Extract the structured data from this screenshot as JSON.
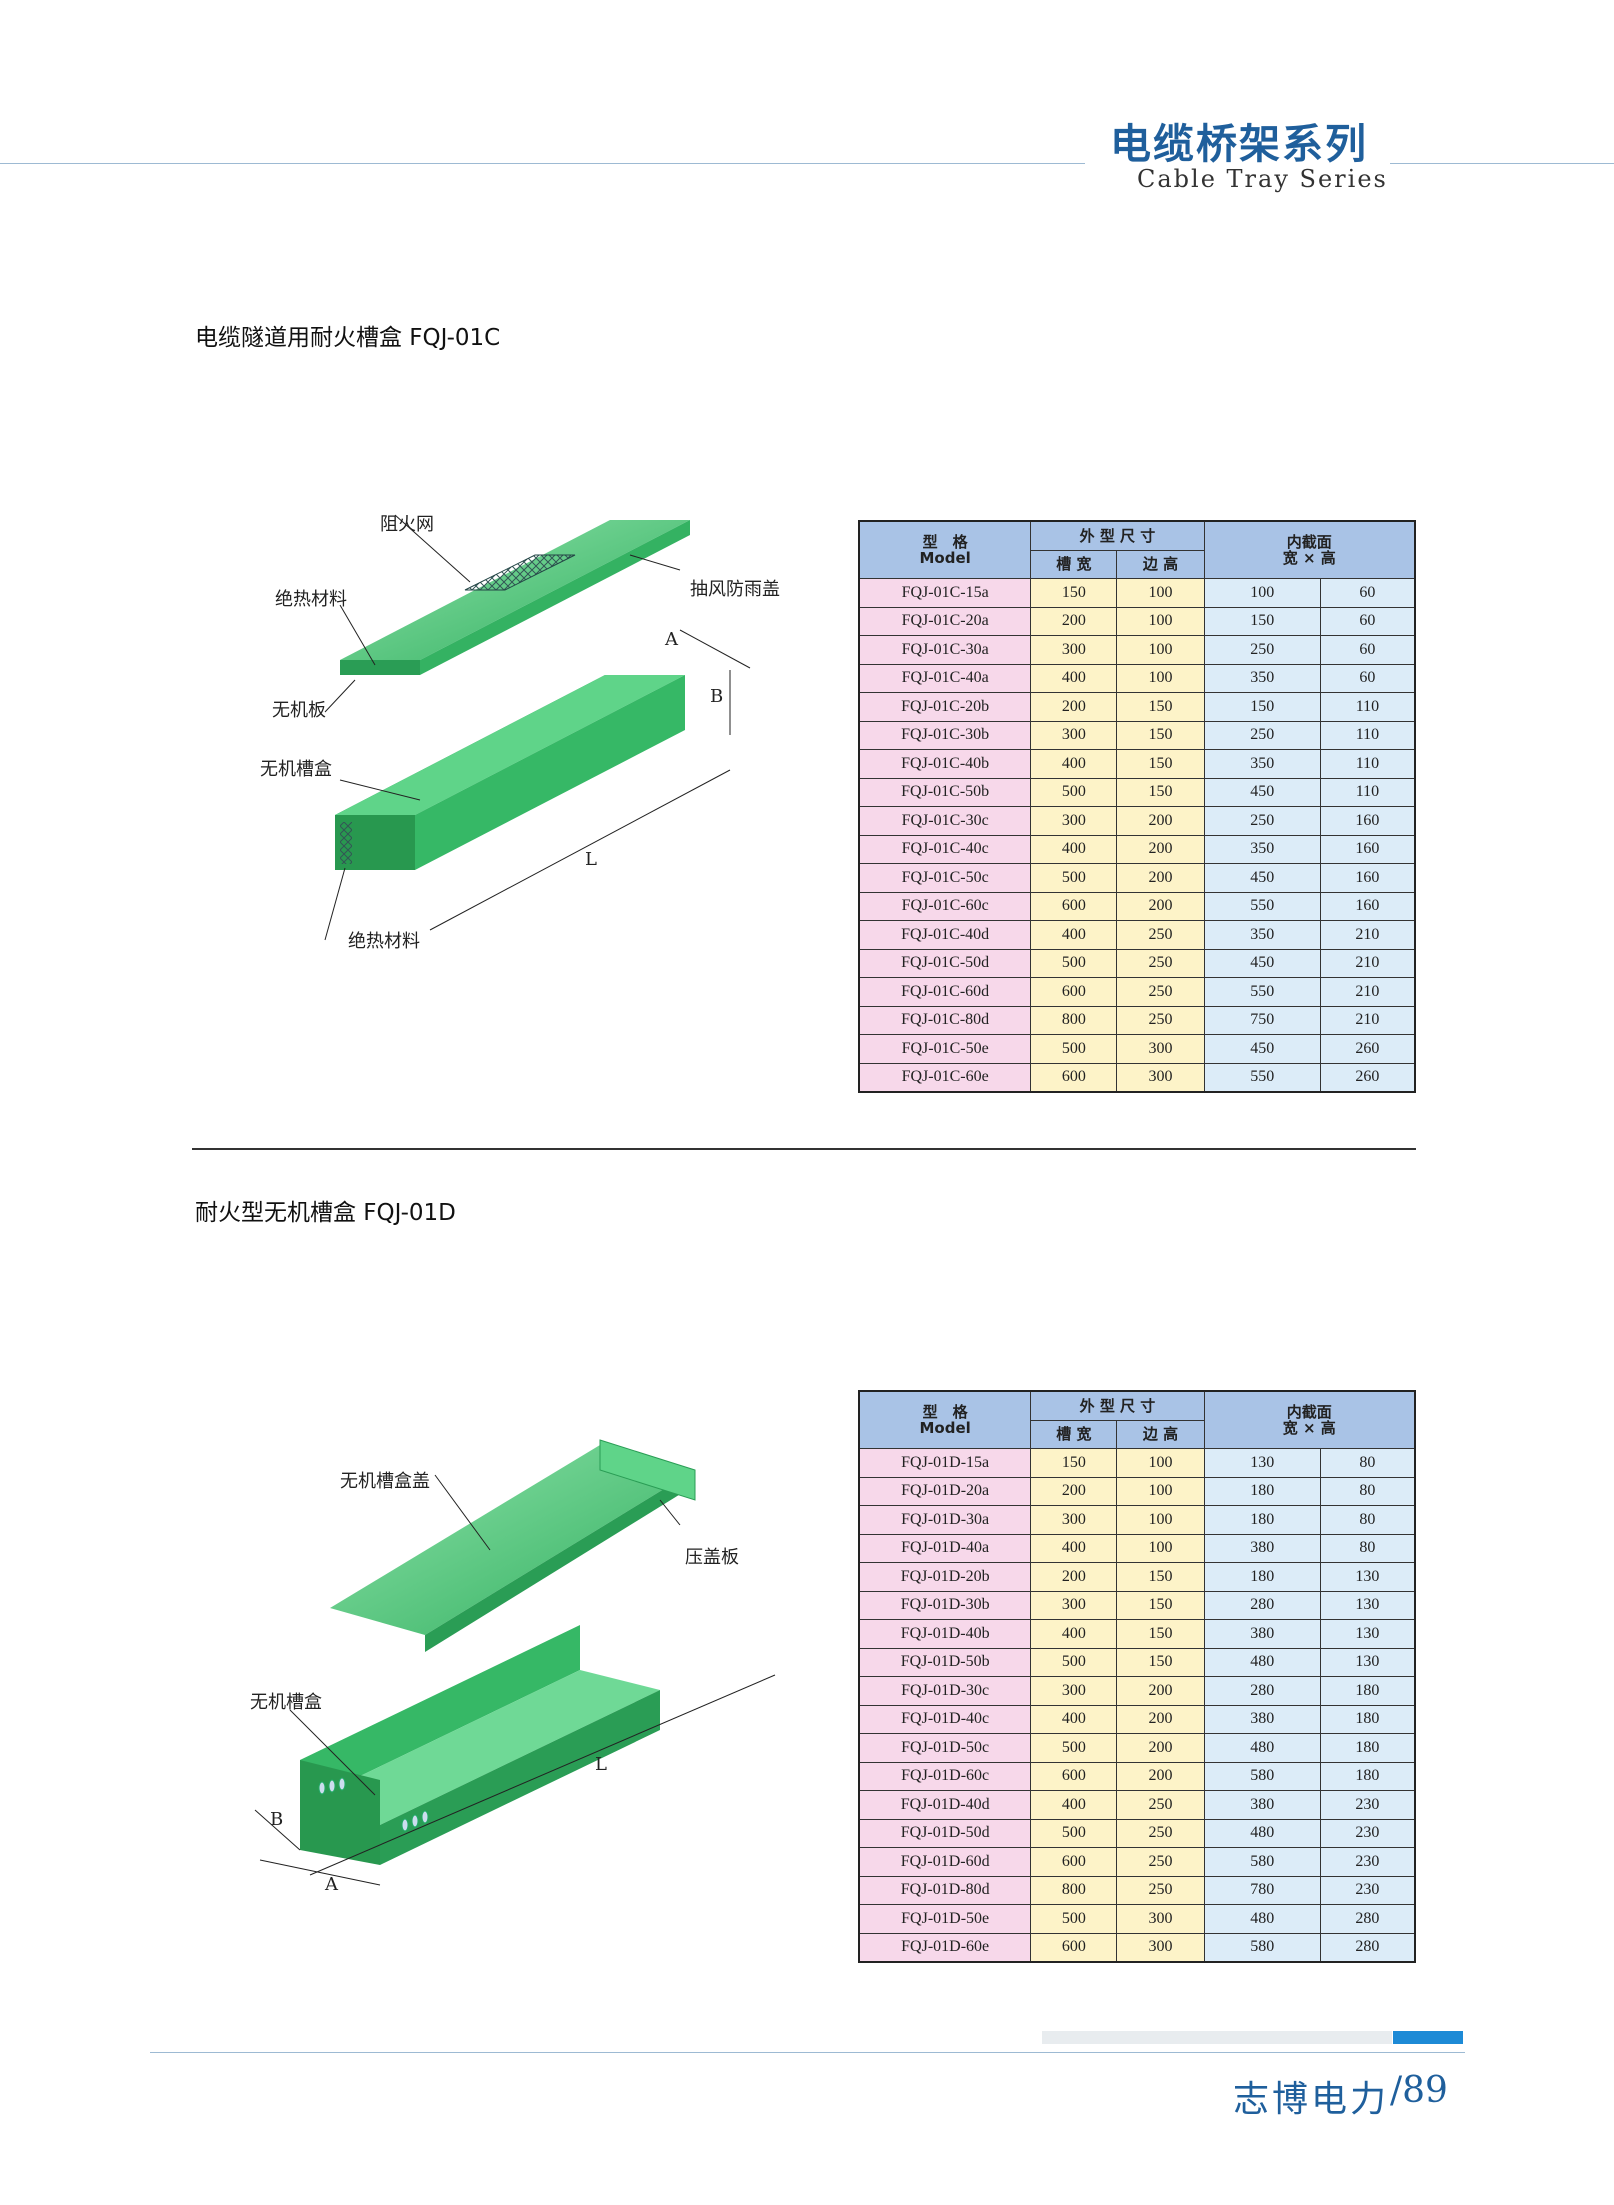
{
  "header": {
    "title": "电缆桥架系列",
    "subtitle": "Cable Tray Series"
  },
  "section1": {
    "title": "电缆隧道用耐火槽盒 FQJ-01C",
    "labels": {
      "fire_net": "阻火网",
      "cover": "抽风防雨盖",
      "insulation_top": "绝热材料",
      "inorganic_board": "无机板",
      "inorganic_box": "无机槽盒",
      "insulation_bottom": "绝热材料",
      "dim_a": "A",
      "dim_b": "B",
      "dim_l": "L"
    },
    "table": {
      "header": {
        "model_cn": "型　格",
        "model_en": "Model",
        "outer": "外 型 尺 寸",
        "width": "槽 宽",
        "height": "边 高",
        "inner": "内截面",
        "inner_sub": "宽 × 高"
      },
      "rows": [
        [
          "FQJ-01C-15a",
          "150",
          "100",
          "100",
          "60"
        ],
        [
          "FQJ-01C-20a",
          "200",
          "100",
          "150",
          "60"
        ],
        [
          "FQJ-01C-30a",
          "300",
          "100",
          "250",
          "60"
        ],
        [
          "FQJ-01C-40a",
          "400",
          "100",
          "350",
          "60"
        ],
        [
          "FQJ-01C-20b",
          "200",
          "150",
          "150",
          "110"
        ],
        [
          "FQJ-01C-30b",
          "300",
          "150",
          "250",
          "110"
        ],
        [
          "FQJ-01C-40b",
          "400",
          "150",
          "350",
          "110"
        ],
        [
          "FQJ-01C-50b",
          "500",
          "150",
          "450",
          "110"
        ],
        [
          "FQJ-01C-30c",
          "300",
          "200",
          "250",
          "160"
        ],
        [
          "FQJ-01C-40c",
          "400",
          "200",
          "350",
          "160"
        ],
        [
          "FQJ-01C-50c",
          "500",
          "200",
          "450",
          "160"
        ],
        [
          "FQJ-01C-60c",
          "600",
          "200",
          "550",
          "160"
        ],
        [
          "FQJ-01C-40d",
          "400",
          "250",
          "350",
          "210"
        ],
        [
          "FQJ-01C-50d",
          "500",
          "250",
          "450",
          "210"
        ],
        [
          "FQJ-01C-60d",
          "600",
          "250",
          "550",
          "210"
        ],
        [
          "FQJ-01C-80d",
          "800",
          "250",
          "750",
          "210"
        ],
        [
          "FQJ-01C-50e",
          "500",
          "300",
          "450",
          "260"
        ],
        [
          "FQJ-01C-60e",
          "600",
          "300",
          "550",
          "260"
        ]
      ]
    }
  },
  "section2": {
    "title": "耐火型无机槽盒 FQJ-01D",
    "labels": {
      "box_cover": "无机槽盒盖",
      "press_plate": "压盖板",
      "inorganic_box": "无机槽盒",
      "dim_a": "A",
      "dim_b": "B",
      "dim_l": "L"
    },
    "table": {
      "header": {
        "model_cn": "型　格",
        "model_en": "Model",
        "outer": "外 型 尺 寸",
        "width": "槽 宽",
        "height": "边 高",
        "inner": "内截面",
        "inner_sub": "宽 × 高"
      },
      "rows": [
        [
          "FQJ-01D-15a",
          "150",
          "100",
          "130",
          "80"
        ],
        [
          "FQJ-01D-20a",
          "200",
          "100",
          "180",
          "80"
        ],
        [
          "FQJ-01D-30a",
          "300",
          "100",
          "180",
          "80"
        ],
        [
          "FQJ-01D-40a",
          "400",
          "100",
          "380",
          "80"
        ],
        [
          "FQJ-01D-20b",
          "200",
          "150",
          "180",
          "130"
        ],
        [
          "FQJ-01D-30b",
          "300",
          "150",
          "280",
          "130"
        ],
        [
          "FQJ-01D-40b",
          "400",
          "150",
          "380",
          "130"
        ],
        [
          "FQJ-01D-50b",
          "500",
          "150",
          "480",
          "130"
        ],
        [
          "FQJ-01D-30c",
          "300",
          "200",
          "280",
          "180"
        ],
        [
          "FQJ-01D-40c",
          "400",
          "200",
          "380",
          "180"
        ],
        [
          "FQJ-01D-50c",
          "500",
          "200",
          "480",
          "180"
        ],
        [
          "FQJ-01D-60c",
          "600",
          "200",
          "580",
          "180"
        ],
        [
          "FQJ-01D-40d",
          "400",
          "250",
          "380",
          "230"
        ],
        [
          "FQJ-01D-50d",
          "500",
          "250",
          "480",
          "230"
        ],
        [
          "FQJ-01D-60d",
          "600",
          "250",
          "580",
          "230"
        ],
        [
          "FQJ-01D-80d",
          "800",
          "250",
          "780",
          "230"
        ],
        [
          "FQJ-01D-50e",
          "500",
          "300",
          "480",
          "280"
        ],
        [
          "FQJ-01D-60e",
          "600",
          "300",
          "580",
          "280"
        ]
      ]
    }
  },
  "footer": {
    "brand": "志博电力",
    "page": "/89"
  },
  "colors": {
    "accent": "#1f5f9c",
    "tray_green": "#3cc26e",
    "header_blue": "#a9c3e6",
    "model_pink": "#f7d8ea",
    "outer_yellow": "#fdf3c8",
    "inner_blue": "#dcecf8"
  }
}
